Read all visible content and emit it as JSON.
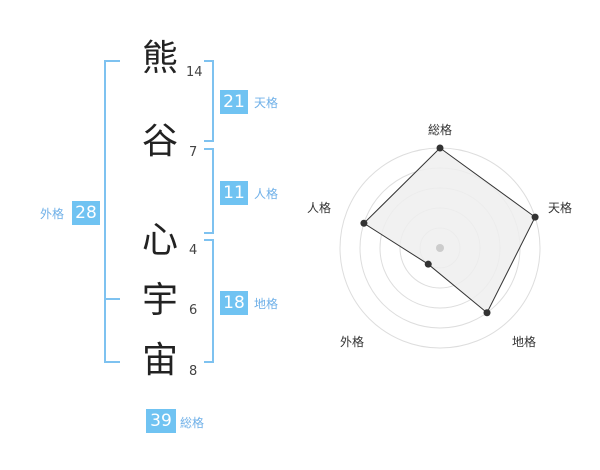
{
  "characters": [
    {
      "char": "熊",
      "strokes": "14"
    },
    {
      "char": "谷",
      "strokes": "7"
    },
    {
      "char": "心",
      "strokes": "4"
    },
    {
      "char": "宇",
      "strokes": "6"
    },
    {
      "char": "宙",
      "strokes": "8"
    }
  ],
  "fortunes": {
    "tenkaku": {
      "value": "21",
      "label": "天格"
    },
    "jinkaku": {
      "value": "11",
      "label": "人格"
    },
    "chikaku": {
      "value": "18",
      "label": "地格"
    },
    "gaikaku": {
      "value": "28",
      "label": "外格"
    },
    "soukaku": {
      "value": "39",
      "label": "総格"
    }
  },
  "radar": {
    "axes": [
      "総格",
      "天格",
      "地格",
      "外格",
      "人格"
    ],
    "levels": 5,
    "values": [
      5,
      5,
      4,
      1,
      4
    ],
    "max": 5,
    "colors": {
      "fill": "#eeeeee",
      "stroke": "#333333",
      "grid": "#dddddd",
      "point": "#333333",
      "center": "#cccccc"
    }
  },
  "colors": {
    "accent": "#70c3f2",
    "accent_text": "#6fb0e8"
  }
}
